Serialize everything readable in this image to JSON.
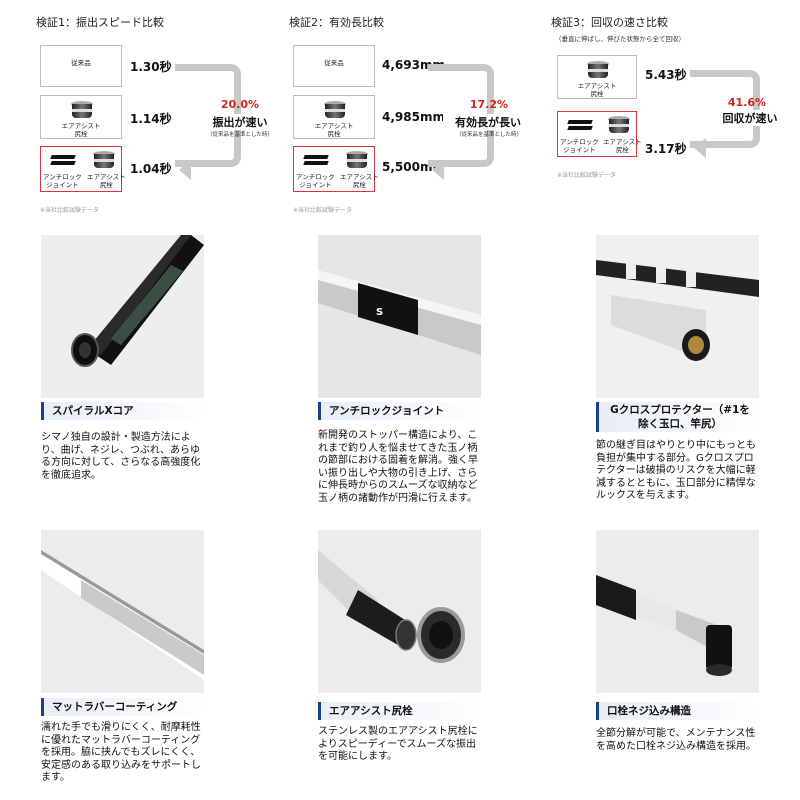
{
  "comparisons": [
    {
      "title": "検証1：振出スピード比較",
      "subtitle": "",
      "boxes": [
        {
          "label": "従来品"
        },
        {
          "label": "エアアシスト\n尻栓"
        },
        {
          "label_left": "アンチロック\nジョイント",
          "label_right": "エアアシスト\n尻栓"
        }
      ],
      "values": [
        "1.30秒",
        "1.14秒",
        "1.04秒"
      ],
      "percent": "20.0%",
      "claim": "振出が速い",
      "claim_note": "（従来品を基準とした時）",
      "source_note": "※当社比較試験データ"
    },
    {
      "title": "検証2：有効長比較",
      "subtitle": "",
      "boxes": [
        {
          "label": "従来品"
        },
        {
          "label": "エアアシスト\n尻栓"
        },
        {
          "label_left": "アンチロック\nジョイント",
          "label_right": "エアアシスト\n尻栓"
        }
      ],
      "values": [
        "4,693mm",
        "4,985mm",
        "5,500mm"
      ],
      "percent": "17.2%",
      "claim": "有効長が長い",
      "claim_note": "（従来品を基準とした時）",
      "source_note": "※当社比較試験データ"
    },
    {
      "title": "検証3：回収の速さ比較",
      "subtitle": "（垂直に伸ばし、伸びた状態から全て回収）",
      "boxes": [
        {
          "label": "エアアシスト\n尻栓"
        },
        {
          "label_left": "アンチロック\nジョイント",
          "label_right": "エアアシスト\n尻栓"
        }
      ],
      "values": [
        "5.43秒",
        "3.17秒"
      ],
      "percent": "41.6%",
      "claim": "回収が速い",
      "claim_note": "",
      "source_note": "※当社比較試験データ"
    }
  ],
  "features": [
    {
      "title": "スパイラルXコア",
      "desc": "シマノ独自の設計・製造方法により、曲げ、ネジレ、つぶれ、あらゆる方向に対して、さらなる高強度化を徹底追求。"
    },
    {
      "title": "アンチロックジョイント",
      "desc": "新開発のストッパー構造により、これまで釣り人を悩ませてきた玉ノ柄の節部における固着を解消。強く早い振り出しや大物の引き上げ、さらに伸長時からのスムーズな収納など玉ノ柄の諸動作が円滑に行えます。"
    },
    {
      "title": "Gクロスプロテクター（#1を除く玉口、竿尻）",
      "desc": "節の継ぎ目はやりとり中にもっとも負担が集中する部分。Gクロスプロテクターは破損のリスクを大幅に軽減するとともに、玉口部分に精悍なルックスを与えます。"
    },
    {
      "title": "マットラバーコーティング",
      "desc": "濡れた手でも滑りにくく、耐摩耗性に優れたマットラバーコーティングを採用。脇に挟んでもズレにくく、安定感のある取り込みをサポートします。"
    },
    {
      "title": "エアアシスト尻栓",
      "desc": "ステンレス製のエアアシスト尻栓によりスピーディーでスムーズな振出を可能にします。"
    },
    {
      "title": "口栓ネジ込み構造",
      "desc": "全節分解が可能で、メンテナンス性を高めた口栓ネジ込み構造を採用。"
    }
  ],
  "colors": {
    "accent": "#d4231f",
    "title_bar": "#1b3f8c"
  }
}
